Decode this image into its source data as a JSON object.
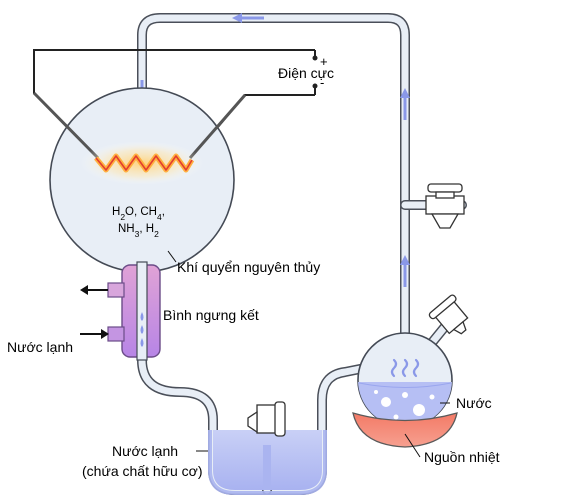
{
  "labels": {
    "electrode": "Điện cực",
    "plus": "+",
    "minus": "-",
    "atmosphere": "Khí quyển nguyên thủy",
    "condenser": "Bình ngưng kết",
    "cold_water_in": "Nước lạnh",
    "water": "Nước",
    "heat_source": "Nguồn nhiệt",
    "cold_water_collect_line1": "Nước lạnh",
    "cold_water_collect_line2": "(chứa chất hữu cơ)"
  },
  "gases": {
    "line1": [
      "H",
      "2",
      "O, CH",
      "4",
      ","
    ],
    "line2": [
      "NH",
      "3",
      ", H",
      "2",
      ""
    ]
  },
  "colors": {
    "glass": "#e8eef6",
    "glass_stroke": "#444a55",
    "flow_arrow": "#8a98e8",
    "condenser": "#c07ad6",
    "water_blue": "#a4b0f2",
    "heat_source": "#f06a58",
    "spark": "#ffb347"
  },
  "icons": [
    "spark-zigzag-icon",
    "flow-arrow-icon",
    "stopcock-icon",
    "steam-icon",
    "bubble-icon"
  ]
}
